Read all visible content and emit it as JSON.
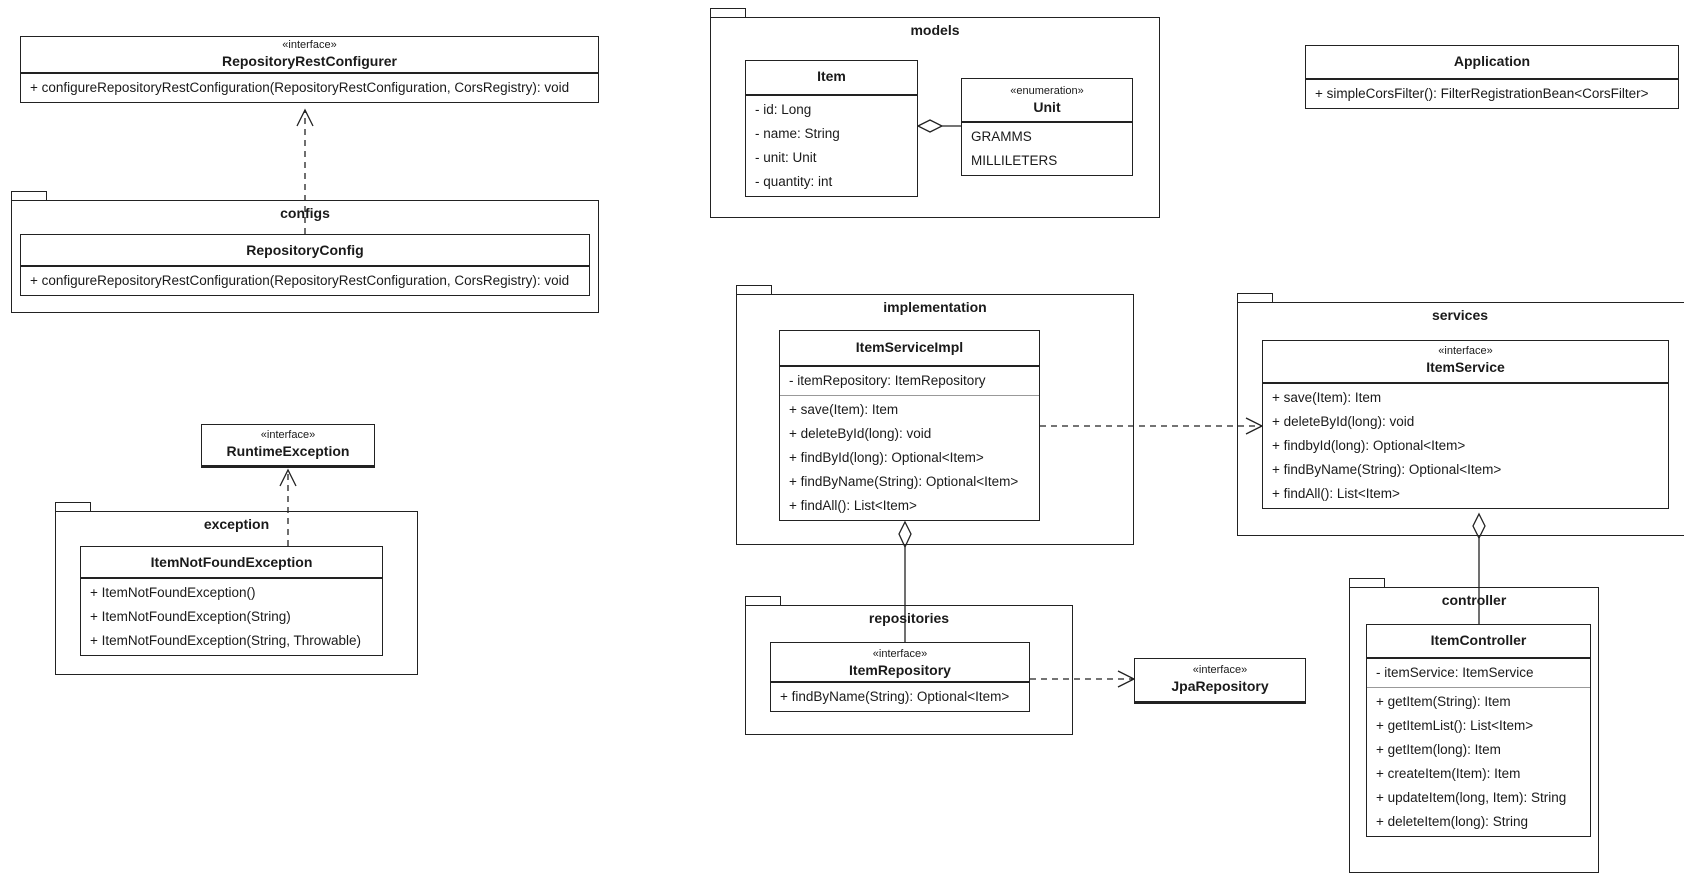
{
  "packages": {
    "models": "models",
    "configs": "configs",
    "exception": "exception",
    "implementation": "implementation",
    "services": "services",
    "repositories": "repositories",
    "controller": "controller"
  },
  "classes": {
    "repository_rest_configurer": {
      "stereotype": "«interface»",
      "name": "RepositoryRestConfigurer",
      "methods": [
        "+ configureRepositoryRestConfiguration(RepositoryRestConfiguration, CorsRegistry): void"
      ]
    },
    "repository_config": {
      "name": "RepositoryConfig",
      "methods": [
        "+ configureRepositoryRestConfiguration(RepositoryRestConfiguration, CorsRegistry): void"
      ]
    },
    "runtime_exception": {
      "stereotype": "«interface»",
      "name": "RuntimeException"
    },
    "item_not_found_exception": {
      "name": "ItemNotFoundException",
      "methods": [
        "+ ItemNotFoundException()",
        "+ ItemNotFoundException(String)",
        "+ ItemNotFoundException(String, Throwable)"
      ]
    },
    "item": {
      "name": "Item",
      "attributes": [
        "- id: Long",
        "- name: String",
        "- unit: Unit",
        "- quantity: int"
      ]
    },
    "unit": {
      "stereotype": "«enumeration»",
      "name": "Unit",
      "literals": [
        "GRAMMS",
        "MILLILETERS"
      ]
    },
    "application": {
      "name": "Application",
      "methods": [
        "+ simpleCorsFilter(): FilterRegistrationBean<CorsFilter>"
      ]
    },
    "item_service_impl": {
      "name": "ItemServiceImpl",
      "attributes": [
        "- itemRepository: ItemRepository"
      ],
      "methods": [
        "+ save(Item): Item",
        "+ deleteById(long): void",
        "+ findById(long): Optional<Item>",
        "+ findByName(String): Optional<Item>",
        "+ findAll(): List<Item>"
      ]
    },
    "item_service": {
      "stereotype": "«interface»",
      "name": "ItemService",
      "methods": [
        "+ save(Item): Item",
        "+ deleteById(long): void",
        "+ findbyId(long): Optional<Item>",
        "+ findByName(String): Optional<Item>",
        "+ findAll(): List<Item>"
      ]
    },
    "item_repository": {
      "stereotype": "«interface»",
      "name": "ItemRepository",
      "methods": [
        "+ findByName(String): Optional<Item>"
      ]
    },
    "jpa_repository": {
      "stereotype": "«interface»",
      "name": "JpaRepository"
    },
    "item_controller": {
      "name": "ItemController",
      "attributes": [
        "- itemService: ItemService"
      ],
      "methods": [
        "+ getItem(String): Item",
        "+ getItemList(): List<Item>",
        "+ getItem(long): Item",
        "+ createItem(Item): Item",
        "+ updateItem(long, Item): String",
        "+ deleteItem(long): String"
      ]
    }
  },
  "colors": {
    "line": "#222222",
    "divider": "#999999",
    "text": "#1a1a1a"
  }
}
